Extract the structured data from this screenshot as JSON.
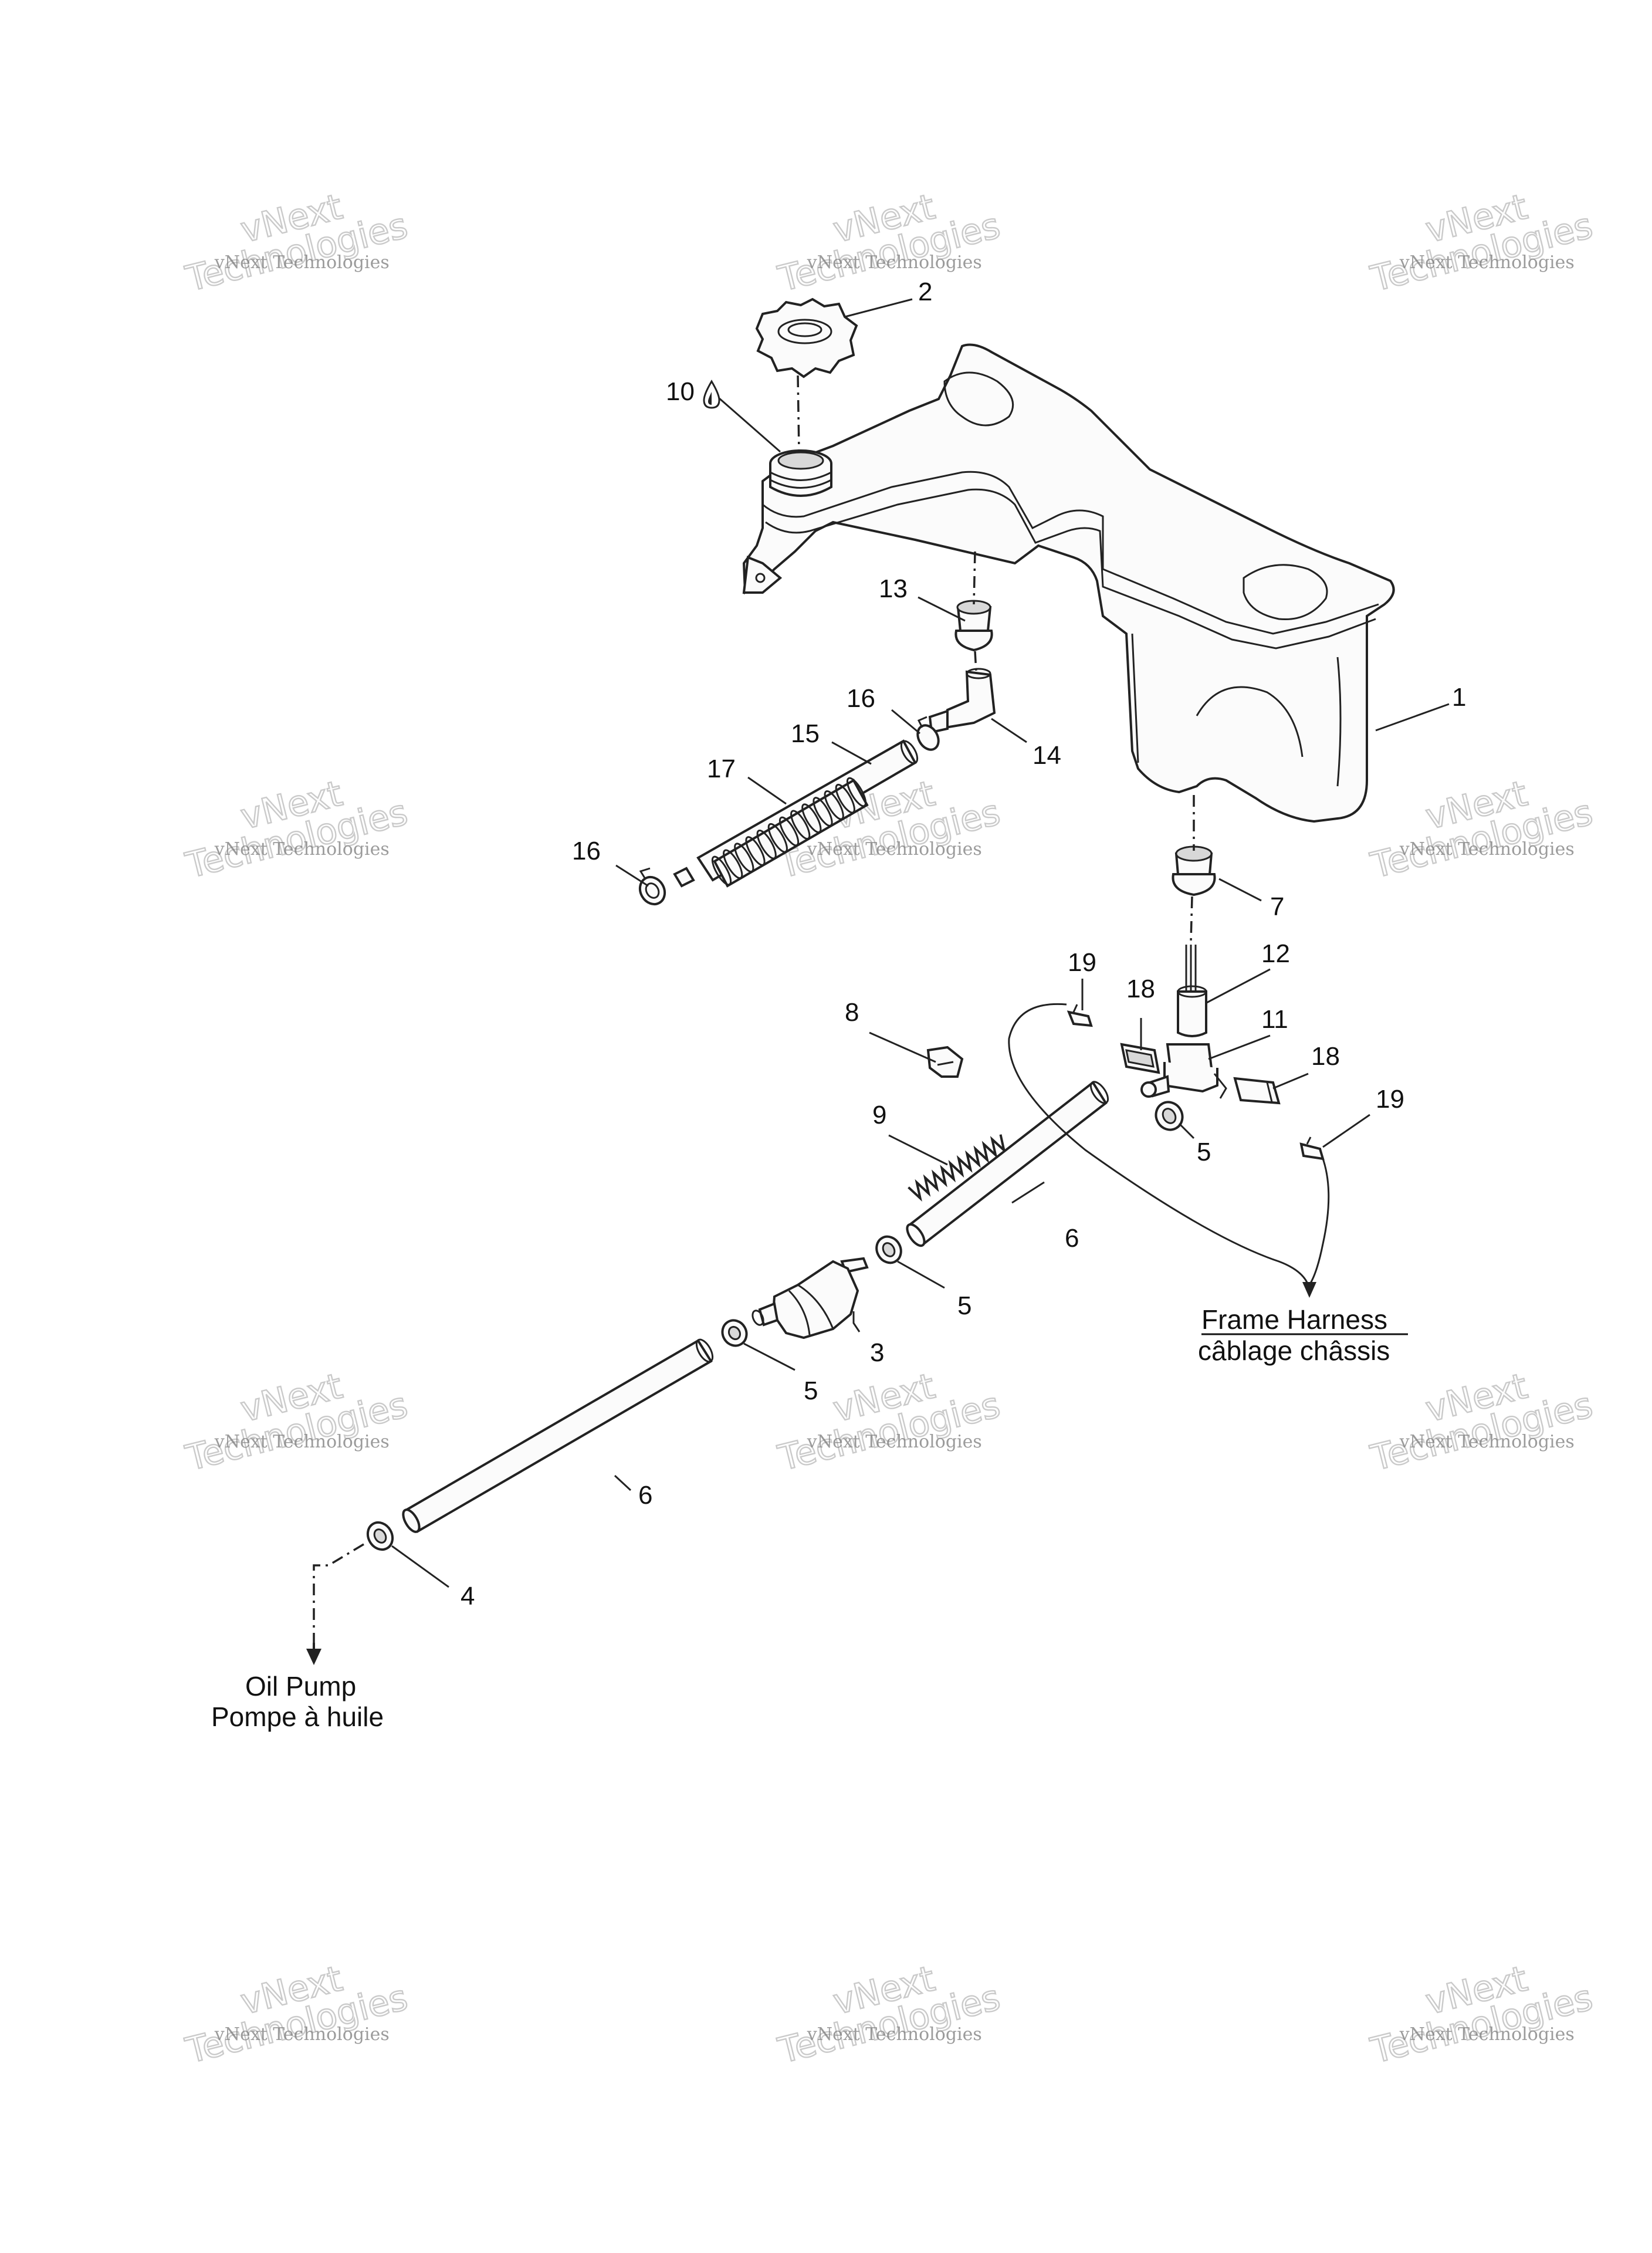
{
  "watermark": {
    "line1": "vNext Technologies",
    "line2_outline": "vNext",
    "line3_outline": "Technologies"
  },
  "callouts": [
    {
      "id": "c1",
      "text": "1"
    },
    {
      "id": "c2",
      "text": "2"
    },
    {
      "id": "c3",
      "text": "3"
    },
    {
      "id": "c4",
      "text": "4"
    },
    {
      "id": "c5a",
      "text": "5"
    },
    {
      "id": "c5b",
      "text": "5"
    },
    {
      "id": "c5c",
      "text": "5"
    },
    {
      "id": "c6a",
      "text": "6"
    },
    {
      "id": "c6b",
      "text": "6"
    },
    {
      "id": "c7",
      "text": "7"
    },
    {
      "id": "c8",
      "text": "8"
    },
    {
      "id": "c9",
      "text": "9"
    },
    {
      "id": "c10",
      "text": "10"
    },
    {
      "id": "c11",
      "text": "11"
    },
    {
      "id": "c12",
      "text": "12"
    },
    {
      "id": "c13",
      "text": "13"
    },
    {
      "id": "c14",
      "text": "14"
    },
    {
      "id": "c15",
      "text": "15"
    },
    {
      "id": "c16a",
      "text": "16"
    },
    {
      "id": "c16b",
      "text": "16"
    },
    {
      "id": "c17",
      "text": "17"
    },
    {
      "id": "c18a",
      "text": "18"
    },
    {
      "id": "c18b",
      "text": "18"
    },
    {
      "id": "c19a",
      "text": "19"
    },
    {
      "id": "c19b",
      "text": "19"
    }
  ],
  "notes": {
    "frame_harness_en": "Frame Harness",
    "frame_harness_fr": "câblage châssis",
    "oil_pump_en": "Oil Pump",
    "oil_pump_fr": "Pompe à huile"
  },
  "icons": {
    "drop": "oil-drop-icon"
  }
}
